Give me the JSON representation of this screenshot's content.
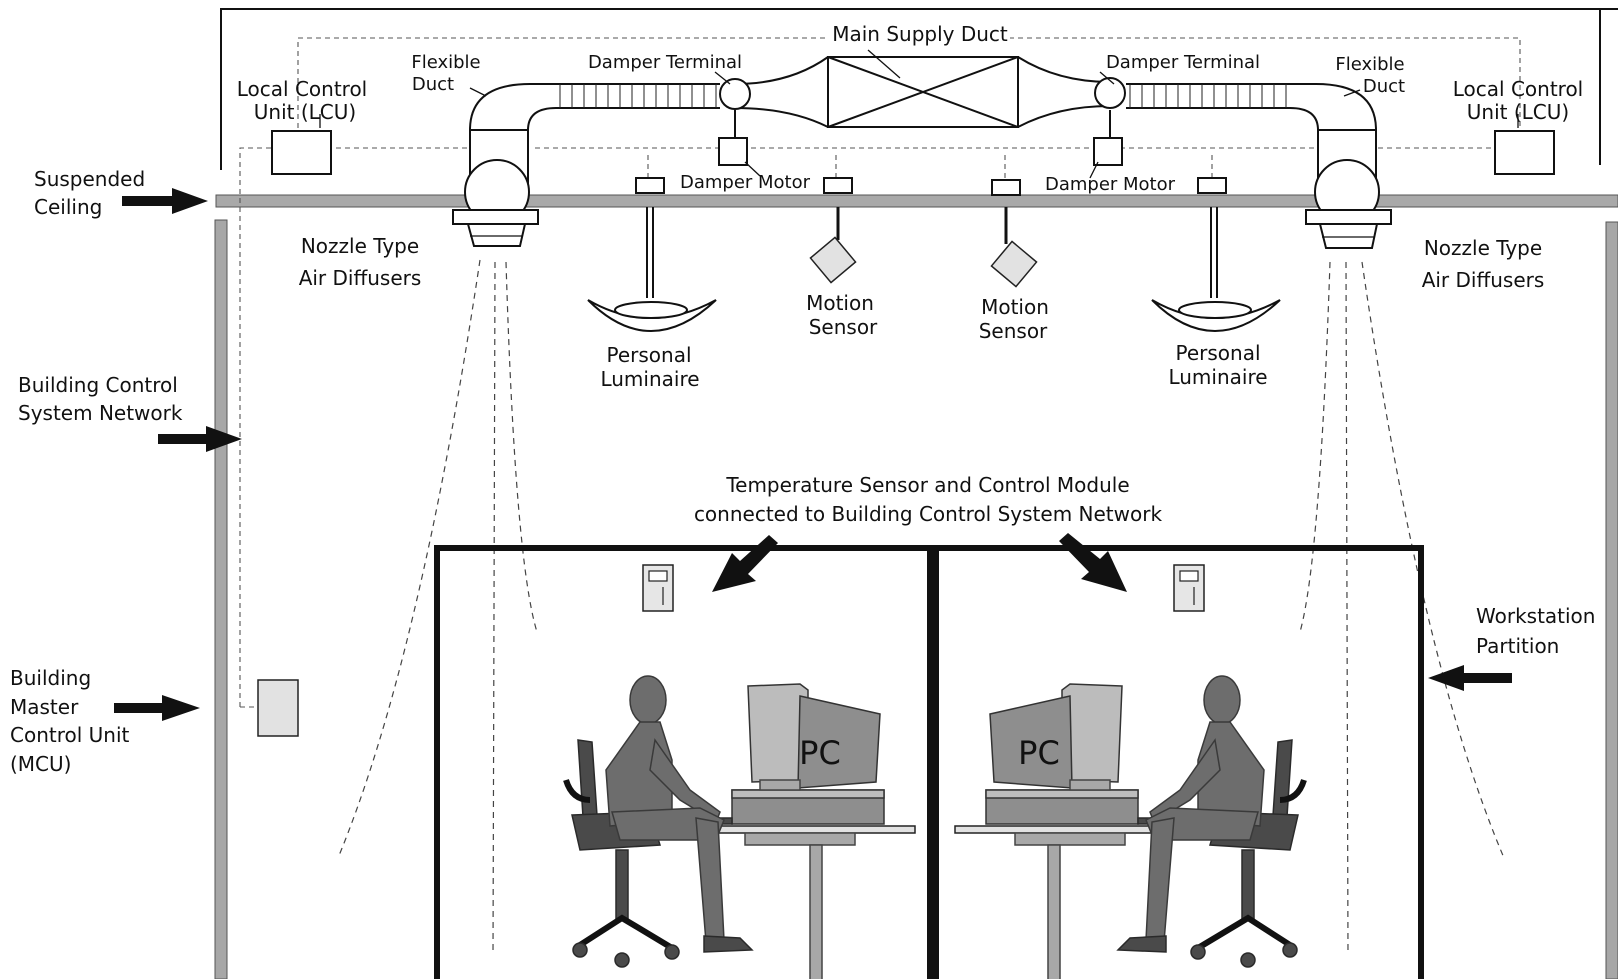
{
  "labels": {
    "main_supply_duct": "Main Supply Duct",
    "flexible": "Flexible",
    "duct": "Duct",
    "damper_terminal": "Damper Terminal",
    "damper_motor": "Damper Motor",
    "local_control_line1": "Local Control",
    "local_control_line2": "Unit (LCU)",
    "suspended_line1": "Suspended",
    "suspended_line2": "Ceiling",
    "nozzle_line1": "Nozzle Type",
    "nozzle_line2": "Air Diffusers",
    "motion_line1": "Motion",
    "motion_line2": "Sensor",
    "luminaire_line1": "Personal",
    "luminaire_line2": "Luminaire",
    "bcsn_line1": "Building Control",
    "bcsn_line2": "System Network",
    "temp_line1": "Temperature Sensor and Control Module",
    "temp_line2": "connected to Building Control System Network",
    "workstation_line1": "Workstation",
    "workstation_line2": "Partition",
    "mcu_line1": "Building",
    "mcu_line2": "Master",
    "mcu_line3": "Control Unit",
    "mcu_line4": "(MCU)",
    "pc": "PC"
  }
}
